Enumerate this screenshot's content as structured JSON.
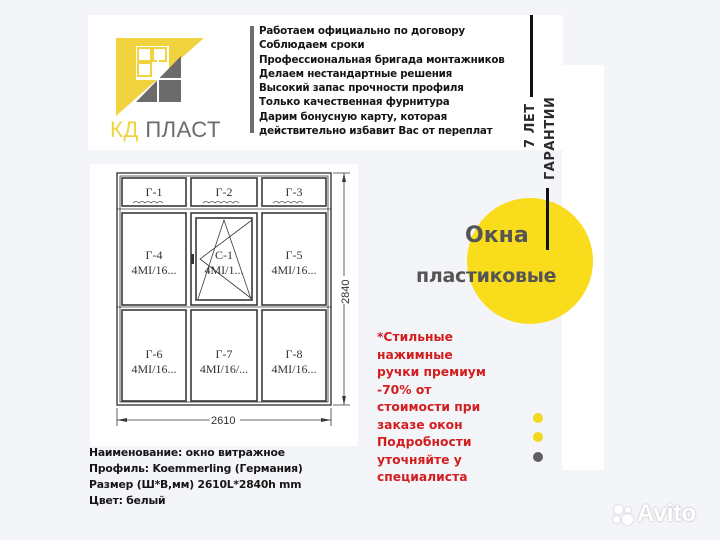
{
  "brand": {
    "name_part1": "КД",
    "name_part2": "ПЛАСТ",
    "colors": {
      "yellow": "#f1d33f",
      "gray": "#6b6b6b"
    }
  },
  "features": [
    "Работаем официально по договору",
    "Соблюдаем сроки",
    "Профессиональная бригада монтажников",
    "Делаем нестандартные решения",
    "Высокий запас прочности профиля",
    "Только качественная фурнитура",
    "Дарим бонусную карту, которая",
    "действительно избавит Вас от переплат"
  ],
  "warranty": {
    "line1": "7 ЛЕТ",
    "line2": "ГАРАНТИИ"
  },
  "headline": {
    "title": "Окна",
    "subtitle": "пластиковые",
    "accent_color": "#f9dc1c"
  },
  "promo": {
    "lines": [
      "*Стильные",
      "нажимные",
      "ручки премиум",
      "-70% от",
      "стоимости при",
      "заказе окон",
      "Подробности",
      "уточняйте у",
      "специалиста"
    ],
    "color": "#d21e1e"
  },
  "carousel_dots": [
    {
      "color": "#f2d91d"
    },
    {
      "color": "#f2d91d"
    },
    {
      "color": "#5e5e62"
    }
  ],
  "diagram": {
    "width_label": "2610",
    "height_label": "2840",
    "top_row": [
      {
        "label": "Г-1"
      },
      {
        "label": "Г-2"
      },
      {
        "label": "Г-3"
      }
    ],
    "middle_row": [
      {
        "label": "Г-4",
        "spec": "4МI/16..."
      },
      {
        "label": "С-1",
        "spec": "4МI/1..."
      },
      {
        "label": "Г-5",
        "spec": "4МI/16..."
      }
    ],
    "bottom_row": [
      {
        "label": "Г-6",
        "spec": "4МI/16..."
      },
      {
        "label": "Г-7",
        "spec": "4МI/16/..."
      },
      {
        "label": "Г-8",
        "spec": "4МI/16..."
      }
    ]
  },
  "specs": [
    "Наименование: окно витражное",
    "Профиль: Koemmerling (Германия)",
    "Размер (Ш*В,мм) 2610L*2840h mm",
    "Цвет: белый"
  ],
  "watermark": {
    "text": "Avito"
  }
}
